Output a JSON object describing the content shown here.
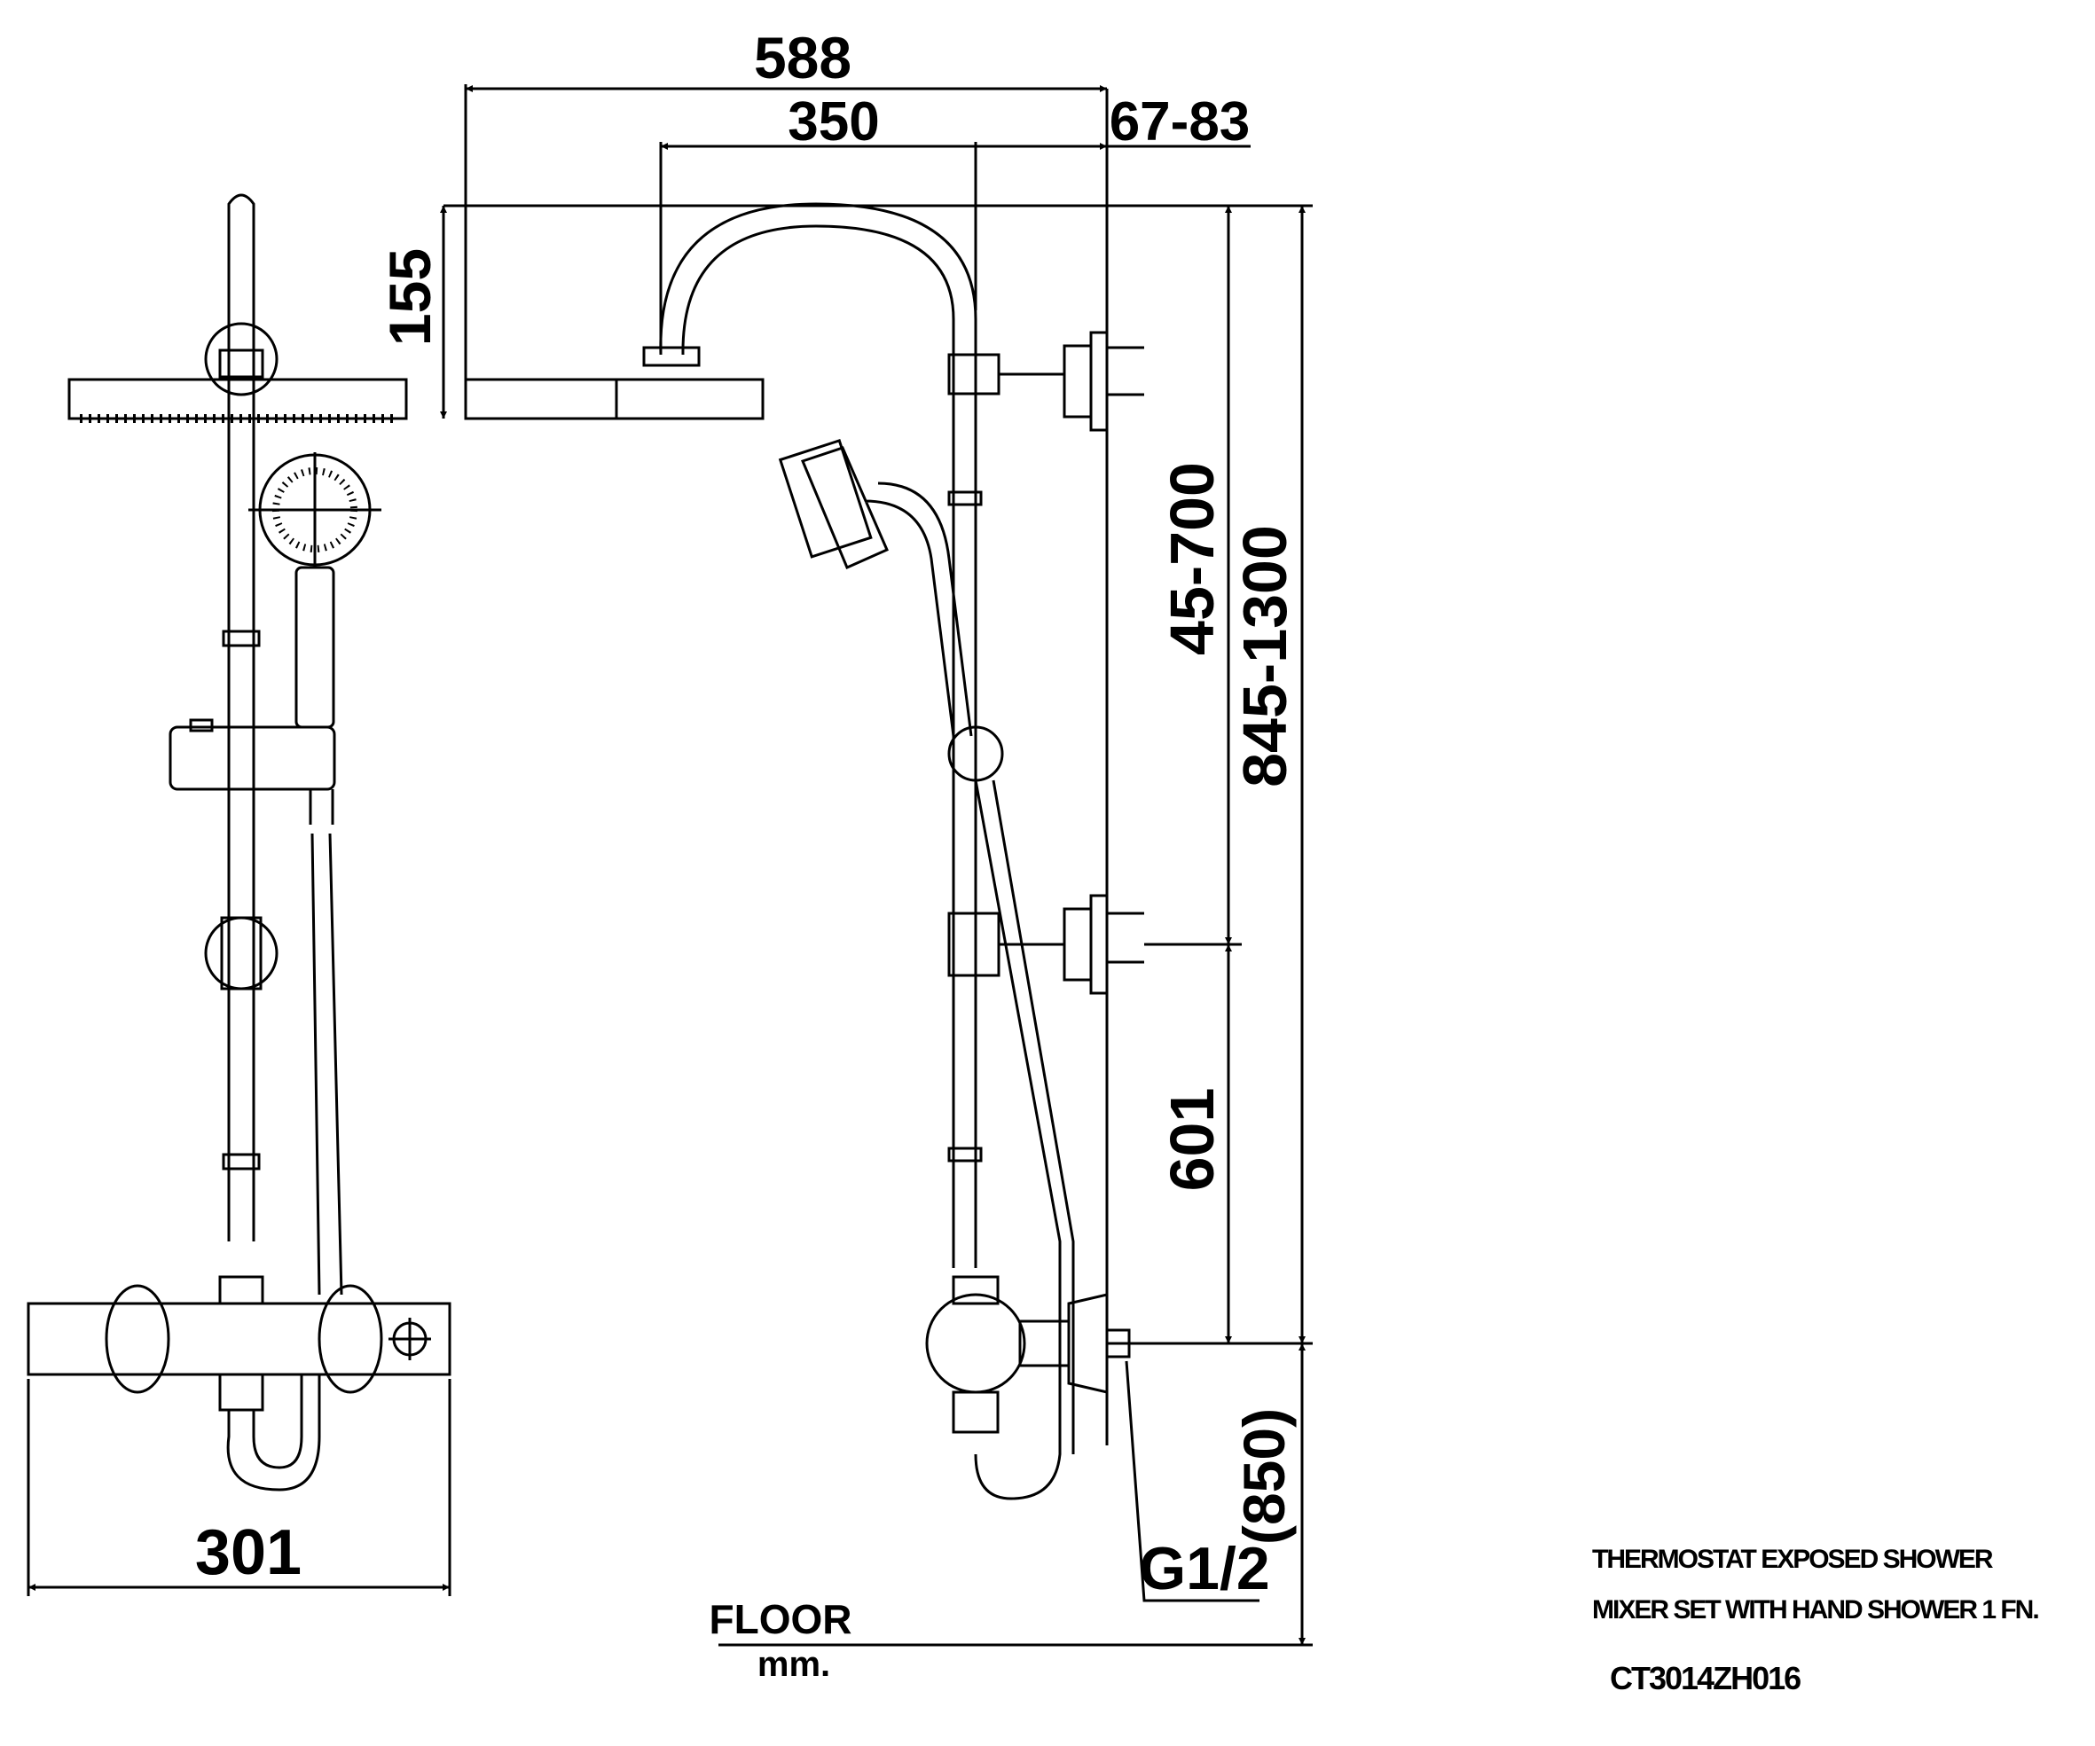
{
  "dimensions": {
    "overall_width": "588",
    "arm_reach": "350",
    "wall_offset": "67-83",
    "head_height": "155",
    "slide_range": "45-700",
    "total_height": "845-1300",
    "lower_section": "601",
    "mixer_height": "(850)",
    "front_width": "301",
    "inlet_thread": "G1/2"
  },
  "labels": {
    "floor": "FLOOR",
    "unit": "mm."
  },
  "title_block": {
    "line1": "THERMOSTAT EXPOSED SHOWER",
    "line2": "MIXER SET WITH HAND SHOWER 1 FN.",
    "model": "CT3014ZH016"
  }
}
